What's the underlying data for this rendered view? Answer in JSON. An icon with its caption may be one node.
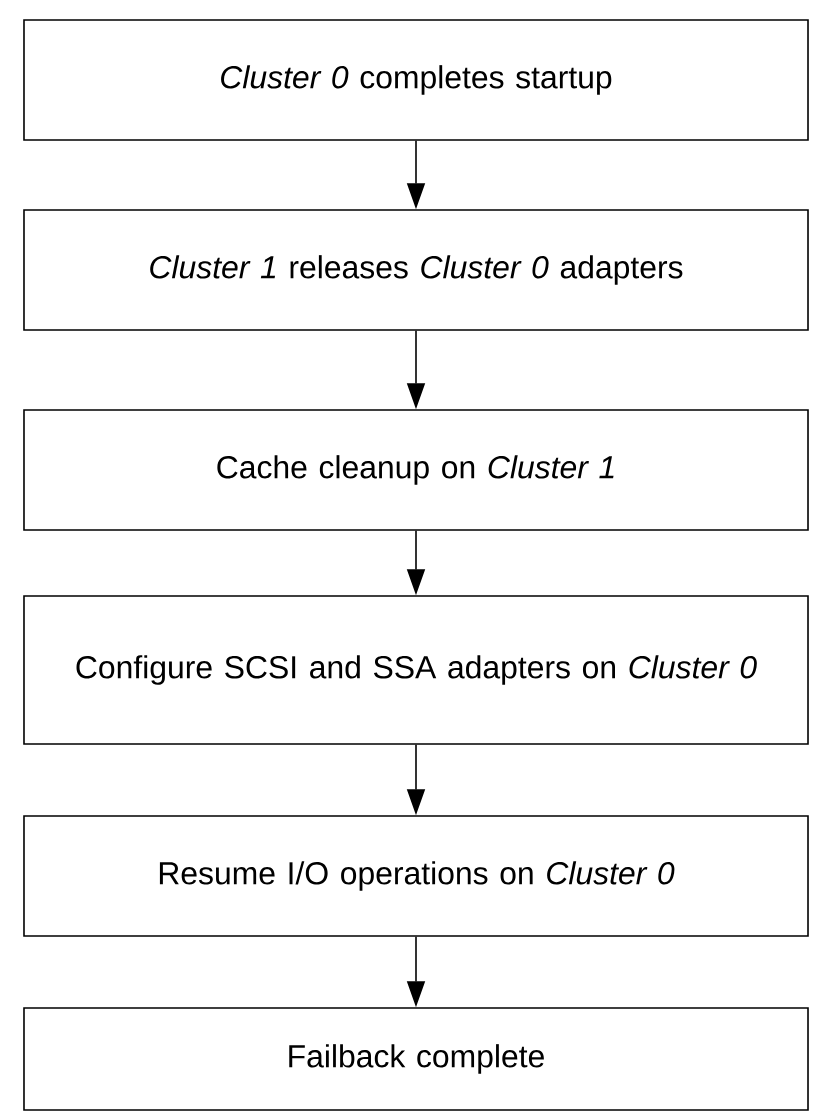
{
  "diagram": {
    "nodes": [
      {
        "text": [
          "*Cluster 0* completes startup"
        ]
      },
      {
        "text": [
          "*Cluster 1* releases *Cluster 0* adapters"
        ]
      },
      {
        "text": [
          "Cache cleanup on *Cluster 1*"
        ]
      },
      {
        "text": [
          "Configure SCSI and SSA adapters on *Cluster 0*"
        ]
      },
      {
        "text": [
          "Resume I/O operations on *Cluster 0*"
        ]
      },
      {
        "text": [
          "Failback complete"
        ]
      }
    ],
    "edges": [
      {
        "from": 0,
        "to": 1,
        "arrow": "to"
      },
      {
        "from": 1,
        "to": 2,
        "arrow": "to"
      },
      {
        "from": 2,
        "to": 3,
        "arrow": "to"
      },
      {
        "from": 3,
        "to": 4,
        "arrow": "to"
      },
      {
        "from": 4,
        "to": 5,
        "arrow": "to"
      }
    ]
  }
}
